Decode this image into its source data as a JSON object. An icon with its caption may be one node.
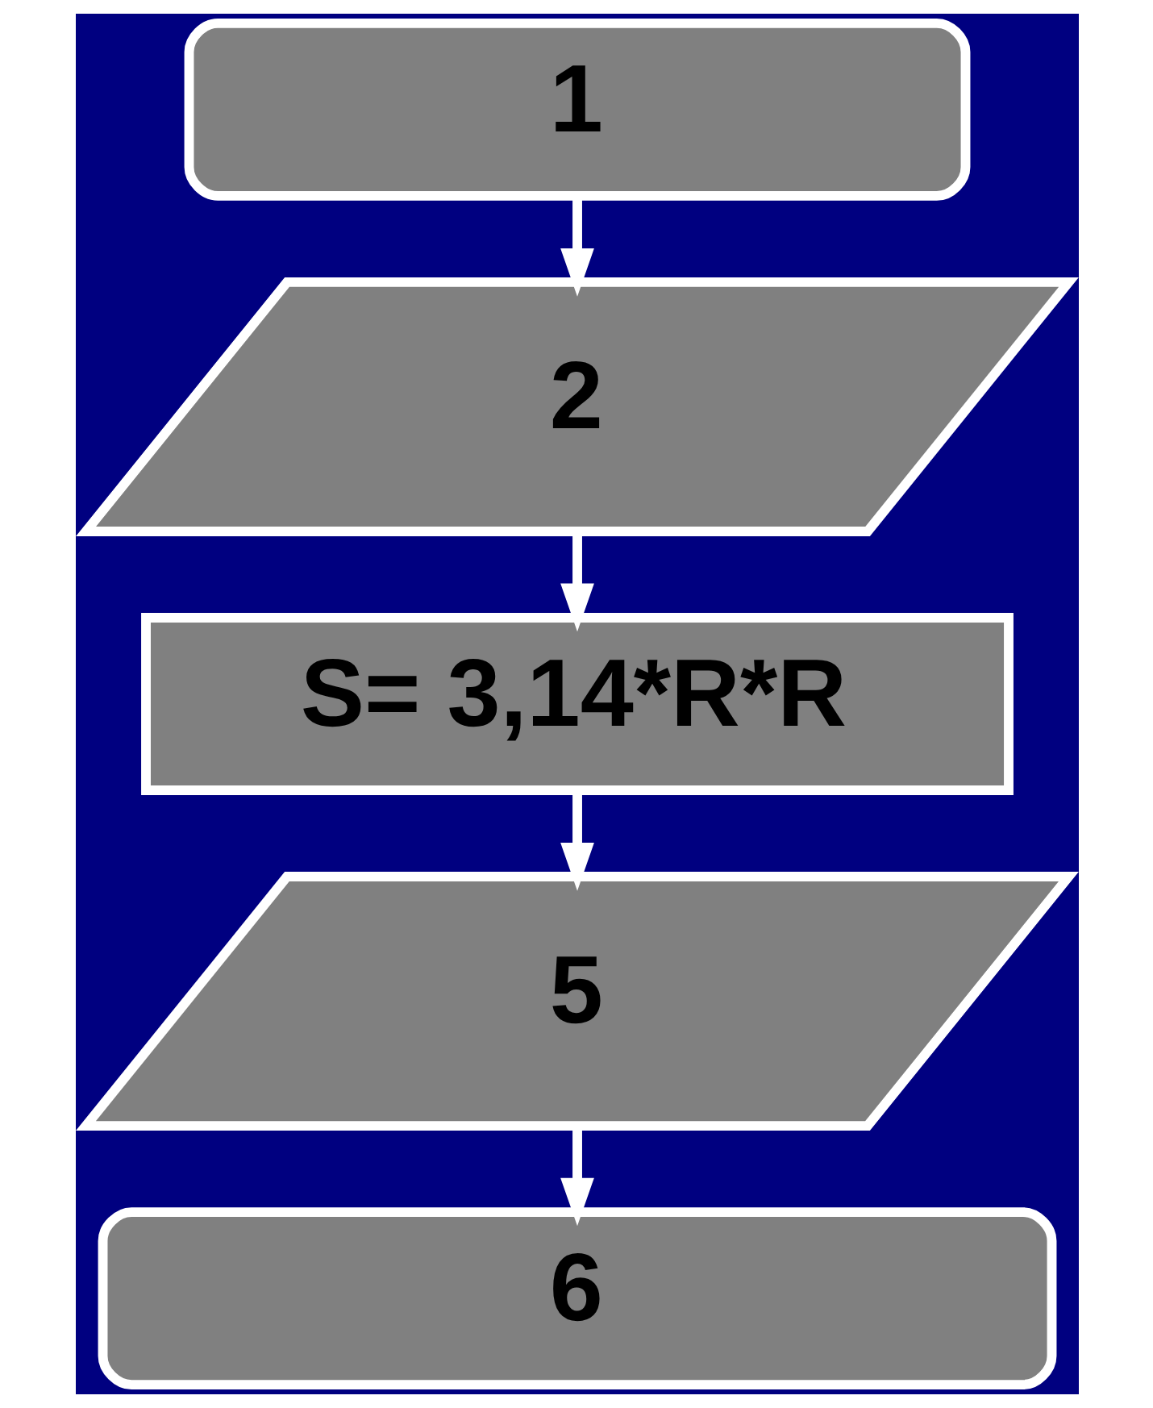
{
  "diagram": {
    "nodes": [
      {
        "text": [
          "1"
        ]
      },
      {
        "text": [
          "2"
        ]
      },
      {
        "text": [
          "S= 3,14*R*R"
        ]
      },
      {
        "text": [
          "5"
        ]
      },
      {
        "text": [
          "6"
        ]
      }
    ],
    "edges": [
      {
        "from": 0,
        "to": 1,
        "arrow": "to"
      },
      {
        "from": 1,
        "to": 2,
        "arrow": "to"
      },
      {
        "from": 2,
        "to": 3,
        "arrow": "to"
      },
      {
        "from": 3,
        "to": 4,
        "arrow": "to"
      }
    ]
  }
}
